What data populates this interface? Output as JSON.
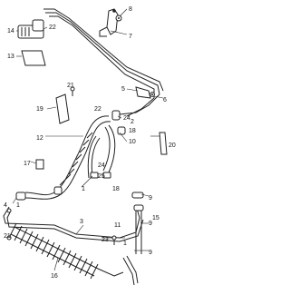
{
  "diagram": {
    "labels": {
      "l1": "1",
      "l2": "2",
      "l3": "3",
      "l4": "4",
      "l5": "5",
      "l6": "6",
      "l7": "7",
      "l8": "8",
      "l9": "9",
      "l10": "10",
      "l11": "11",
      "l12": "12",
      "l13": "13",
      "l14": "14",
      "l15": "15",
      "l16": "16",
      "l17": "17",
      "l18": "18",
      "l19": "19",
      "l20": "20",
      "l21": "21",
      "l22": "22",
      "l23": "23",
      "l24": "24",
      "l25": "25"
    }
  }
}
